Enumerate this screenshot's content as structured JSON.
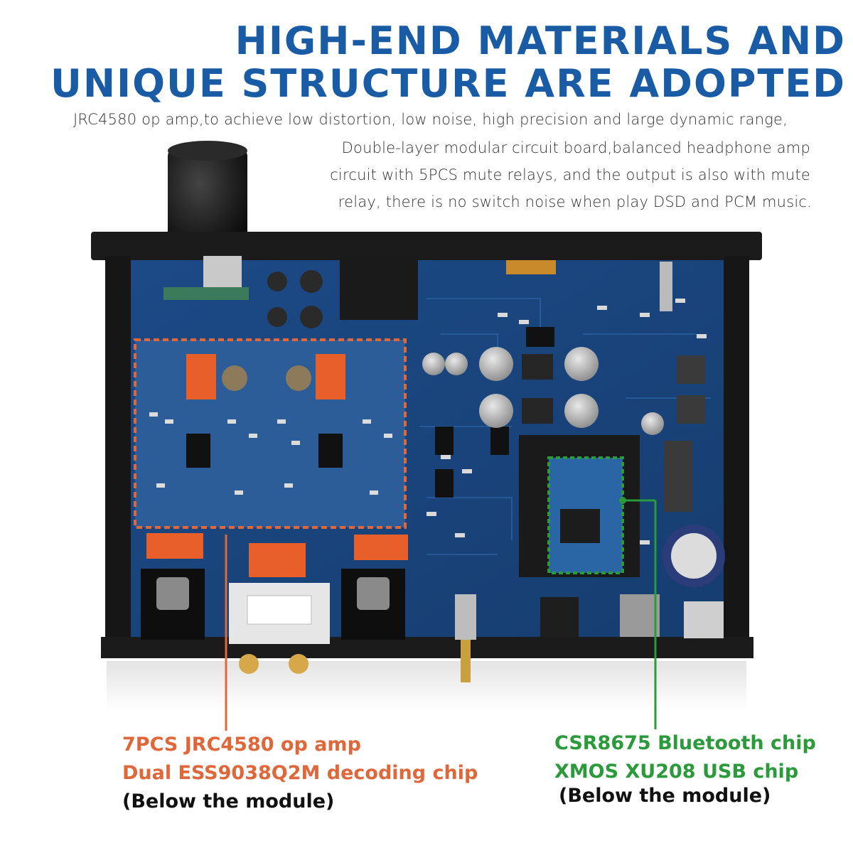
{
  "headline": {
    "line1": "HIGH-END MATERIALS AND",
    "line2": "UNIQUE STRUCTURE ARE ADOPTED"
  },
  "description": [
    "JRC4580 op amp,to achieve low distortion, low noise, high precision and large dynamic range,",
    "Double-layer modular circuit board,balanced headphone amp",
    "circuit with 5PCS mute relays, and the output is also with mute",
    "relay, there is no switch noise when play DSD and PCM music."
  ],
  "callouts": {
    "left": {
      "line1": "7PCS JRC4580 op amp",
      "line2": "Dual ESS9038Q2M decoding chip",
      "note": "(Below the module)",
      "color": "#e0673a"
    },
    "right": {
      "line1": "CSR8675 Bluetooth chip",
      "line2": "XMOS XU208 USB chip",
      "note": "(Below the module)",
      "color": "#2a9a3a"
    }
  },
  "colors": {
    "headline": "#1a5ba6",
    "pcb": "#1f4f8a",
    "chassis": "#1b1b1b",
    "module_outline": "#e0673a",
    "bt_outline": "#2a9a3a"
  }
}
